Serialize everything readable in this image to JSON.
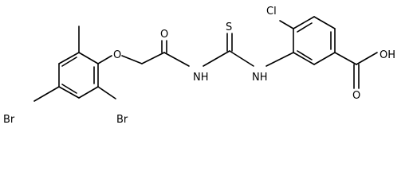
{
  "molecule": {
    "atoms": {
      "br_left": "Br",
      "br_right": "Br",
      "ether_o": "O",
      "amide_o": "O",
      "amide_nh": "NH",
      "thio_s": "S",
      "thio_nh": "NH",
      "cl": "Cl",
      "acid_oh": "OH",
      "acid_o": "O"
    }
  }
}
